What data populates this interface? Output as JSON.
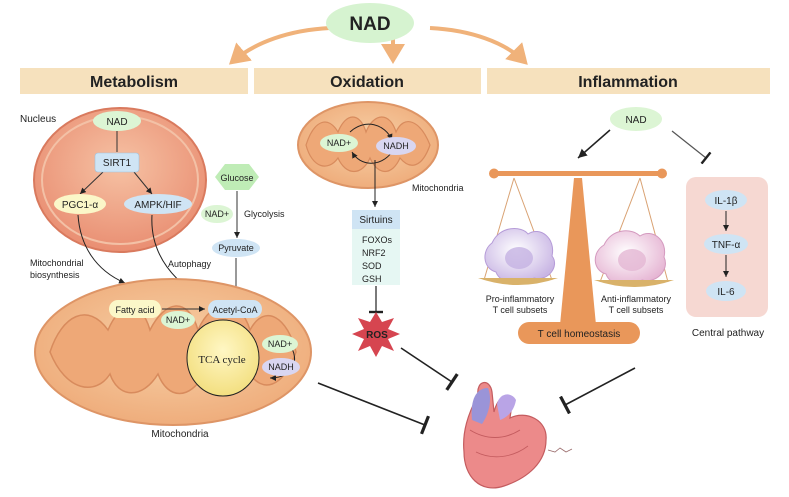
{
  "top_node": "NAD",
  "sections": {
    "metabolism": "Metabolism",
    "oxidation": "Oxidation",
    "inflammation": "Inflammation"
  },
  "metabolism": {
    "nucleus_label": "Nucleus",
    "nad": "NAD",
    "sirt1": "SIRT1",
    "pgc1a": "PGC1-α",
    "ampk_hif": "AMPK/HIF",
    "glucose": "Glucose",
    "nad_plus_glycolysis": "NAD+",
    "glycolysis": "Glycolysis",
    "pyruvate": "Pyruvate",
    "mito_biosynthesis_line1": "Mitochondrial",
    "mito_biosynthesis_line2": "biosynthesis",
    "autophagy": "Autophagy",
    "fatty_acid": "Fatty acid",
    "acetyl_coa": "Acetyl-CoA",
    "nad_plus_tca": "NAD+",
    "tca_cycle": "TCA cycle",
    "nad_plus_right": "NAD+",
    "nadh_right": "NADH",
    "mitochondria_label": "Mitochondria"
  },
  "oxidation": {
    "nad_plus": "NAD+",
    "nadh": "NADH",
    "mitochondria_label": "Mitochondria",
    "sirtuins": "Sirtuins",
    "targets": [
      "FOXOs",
      "NRF2",
      "SOD",
      "GSH"
    ],
    "ros": "ROS"
  },
  "inflammation": {
    "nad": "NAD",
    "pro_line1": "Pro-inflammatory",
    "pro_line2": "T cell subsets",
    "anti_line1": "Anti-inflammatory",
    "anti_line2": "T cell subsets",
    "homeostasis": "T cell homeostasis",
    "il1b": "IL-1β",
    "tnfa": "TNF-α",
    "il6": "IL-6",
    "central_pathway": "Central pathway"
  },
  "colors": {
    "section_band": "#f6e1bd",
    "mito_outer": "#f2bb8c",
    "mito_inner": "#e7946a",
    "nucleus": "#f0a488",
    "node_green": "#dcf5d4",
    "node_blue": "#cfe4f4",
    "node_purple": "#d9d6f1",
    "node_yellow": "#fbf7c8",
    "ros_red": "#d64550",
    "arrow_orange": "#f0b27a",
    "scale_orange": "#e9975a",
    "central_panel": "#f6d8d2"
  }
}
